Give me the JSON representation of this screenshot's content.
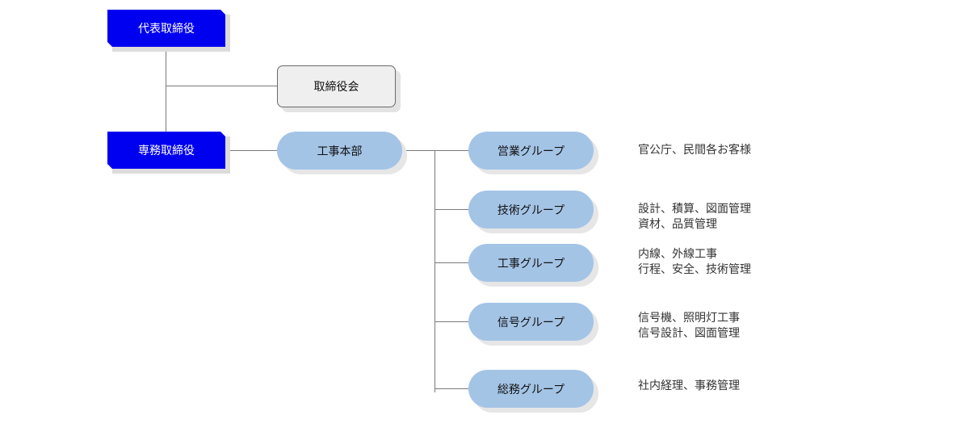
{
  "exec": {
    "ceo": "代表取締役",
    "managing": "専務取締役"
  },
  "board": "取締役会",
  "division": "工事本部",
  "groups": [
    {
      "name": "営業グループ",
      "lines": [
        "官公庁、民間各お客様"
      ]
    },
    {
      "name": "技術グループ",
      "lines": [
        "設計、積算、図面管理",
        "資材、品質管理"
      ]
    },
    {
      "name": "工事グループ",
      "lines": [
        "内線、外線工事",
        "行程、安全、技術管理"
      ]
    },
    {
      "name": "信号グループ",
      "lines": [
        "信号機、照明灯工事",
        "信号設計、図面管理"
      ]
    },
    {
      "name": "総務グループ",
      "lines": [
        "社内経理、事務管理"
      ]
    }
  ],
  "colors": {
    "exec_fill": "#0000f0",
    "pill_fill": "#a4c4e6",
    "board_fill": "#efefef"
  }
}
